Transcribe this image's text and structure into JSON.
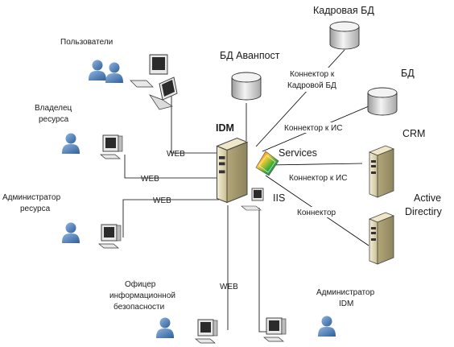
{
  "labels": {
    "users": "Пользователи",
    "owner_line1": "Владелец",
    "owner_line2": "ресурса",
    "admin_line1": "Администратор",
    "admin_line2": "ресурса",
    "officer_line1": "Офицер",
    "officer_line2": "информационной",
    "officer_line3": "безопасности",
    "idm_admin_line1": "Администратор",
    "idm_admin_line2": "IDM",
    "db_avanpost": "БД Аванпост",
    "db_hr": "Кадровая БД",
    "db": "БД",
    "crm": "CRM",
    "ad_line1": "Active",
    "ad_line2": "Directiry",
    "idm": "IDM",
    "services": "Services",
    "iis": "IIS",
    "conn_hr_line1": "Коннектор к",
    "conn_hr_line2": "Кадровой БД",
    "conn_is_1": "Коннектор к ИС",
    "conn_is_2": "Коннектор к ИС",
    "connector": "Коннектор",
    "web_1": "WEB",
    "web_2": "WEB",
    "web_3": "WEB",
    "web_4": "WEB"
  },
  "icons": {
    "user": "user-icon",
    "workstation": "workstation-icon",
    "laptop": "laptop-icon",
    "database": "database-icon",
    "server": "server-icon",
    "services": "services-icon"
  },
  "colors": {
    "user_blue": "#4a7cb5",
    "line": "#000000",
    "server_body": "#d8cfa8",
    "db_body": "#d6d6d6"
  }
}
